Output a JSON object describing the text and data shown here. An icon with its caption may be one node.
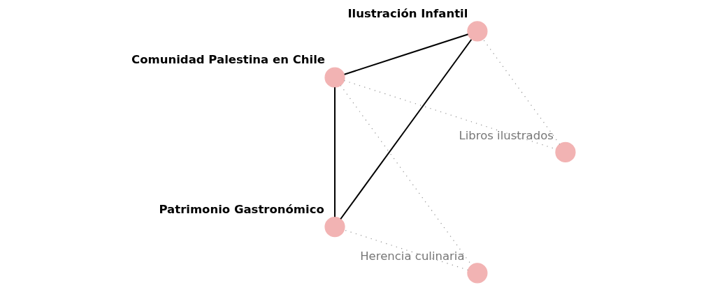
{
  "diagram": {
    "nodes": [
      {
        "text": [
          "Comunidad Palestina en Chile"
        ]
      },
      {
        "text": [
          "Herencia culinaria"
        ]
      },
      {
        "text": [
          "Libros ilustrados"
        ]
      },
      {
        "text": [
          "Patrimonio Gastronómico"
        ]
      },
      {
        "text": [
          "Ilustración Infantil"
        ]
      }
    ],
    "edges": [
      {
        "from": 0,
        "to": 3,
        "arrow": "none",
        "color": "#000000"
      },
      {
        "from": 3,
        "to": 4,
        "arrow": "none",
        "color": "#000000"
      },
      {
        "from": 4,
        "to": 0,
        "arrow": "none",
        "color": "#000000"
      },
      {
        "from": 0,
        "to": 1,
        "arrow": "none",
        "style": "dashed",
        "color": "#999999"
      },
      {
        "from": 1,
        "to": 3,
        "arrow": "none",
        "style": "dashed",
        "color": "#999999"
      },
      {
        "from": 0,
        "to": 2,
        "arrow": "none",
        "style": "dashed",
        "color": "#999999"
      },
      {
        "from": 2,
        "to": 4,
        "arrow": "none",
        "style": "dashed",
        "color": "#999999"
      }
    ]
  }
}
